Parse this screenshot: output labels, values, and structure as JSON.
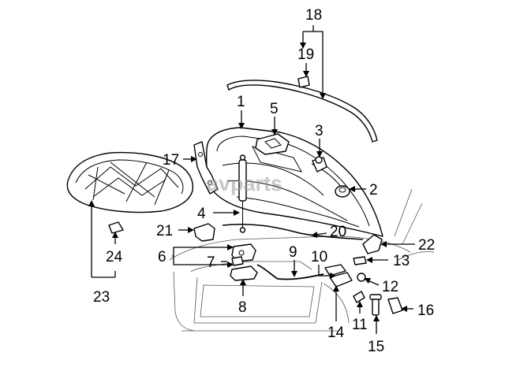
{
  "diagram": {
    "watermark": "avparts",
    "callouts": {
      "c1": "1",
      "c2": "2",
      "c3": "3",
      "c4": "4",
      "c5": "5",
      "c6": "6",
      "c7": "7",
      "c8": "8",
      "c9": "9",
      "c10": "10",
      "c11": "11",
      "c12": "12",
      "c13": "13",
      "c14": "14",
      "c15": "15",
      "c16": "16",
      "c17": "17",
      "c18": "18",
      "c19": "19",
      "c20": "20",
      "c21": "21",
      "c22": "22",
      "c23": "23",
      "c24": "24"
    }
  }
}
